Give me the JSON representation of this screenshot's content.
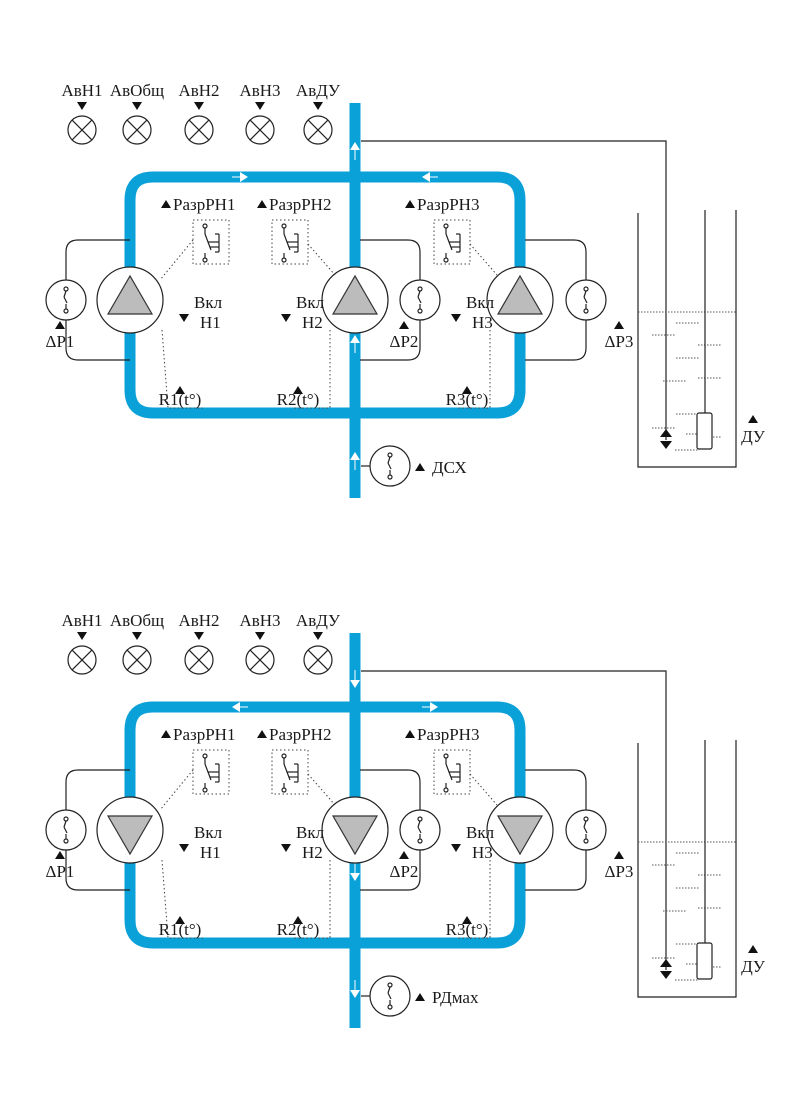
{
  "diagrams": [
    {
      "id": "top",
      "mode": "supply",
      "pump_direction": "up",
      "alarms": [
        {
          "label": "АвН1"
        },
        {
          "label": "АвОбщ"
        },
        {
          "label": "АвН2"
        },
        {
          "label": "АвН3"
        },
        {
          "label": "АвДУ"
        }
      ],
      "enable_switches": [
        {
          "label": "РазрРН1"
        },
        {
          "label": "РазрРН2"
        },
        {
          "label": "РазрРН3"
        }
      ],
      "pumps": [
        {
          "on_label": "Вкл",
          "name": "Н1",
          "dp_label": "ΔР1",
          "relay_label": "R1(t°)"
        },
        {
          "on_label": "Вкл",
          "name": "Н2",
          "dp_label": "ΔР2",
          "relay_label": "R2(t°)"
        },
        {
          "on_label": "Вкл",
          "name": "Н3",
          "dp_label": "ΔР3",
          "relay_label": "R3(t°)"
        }
      ],
      "main_sensor_label": "ДСХ",
      "level_sensor_label": "ДУ"
    },
    {
      "id": "bottom",
      "mode": "drainage",
      "pump_direction": "down",
      "alarms": [
        {
          "label": "АвН1"
        },
        {
          "label": "АвОбщ"
        },
        {
          "label": "АвН2"
        },
        {
          "label": "АвН3"
        },
        {
          "label": "АвДУ"
        }
      ],
      "enable_switches": [
        {
          "label": "РазрРН1"
        },
        {
          "label": "РазрРН2"
        },
        {
          "label": "РазрРН3"
        }
      ],
      "pumps": [
        {
          "on_label": "Вкл",
          "name": "Н1",
          "dp_label": "ΔР1",
          "relay_label": "R1(t°)"
        },
        {
          "on_label": "Вкл",
          "name": "Н2",
          "dp_label": "ΔР2",
          "relay_label": "R2(t°)"
        },
        {
          "on_label": "Вкл",
          "name": "Н3",
          "dp_label": "ΔР3",
          "relay_label": "R3(t°)"
        }
      ],
      "main_sensor_label": "РДмах",
      "level_sensor_label": "ДУ"
    }
  ],
  "colors": {
    "pipe": "#0aa0d8",
    "pump_fill": "#bcbcbc",
    "line": "#222222"
  }
}
